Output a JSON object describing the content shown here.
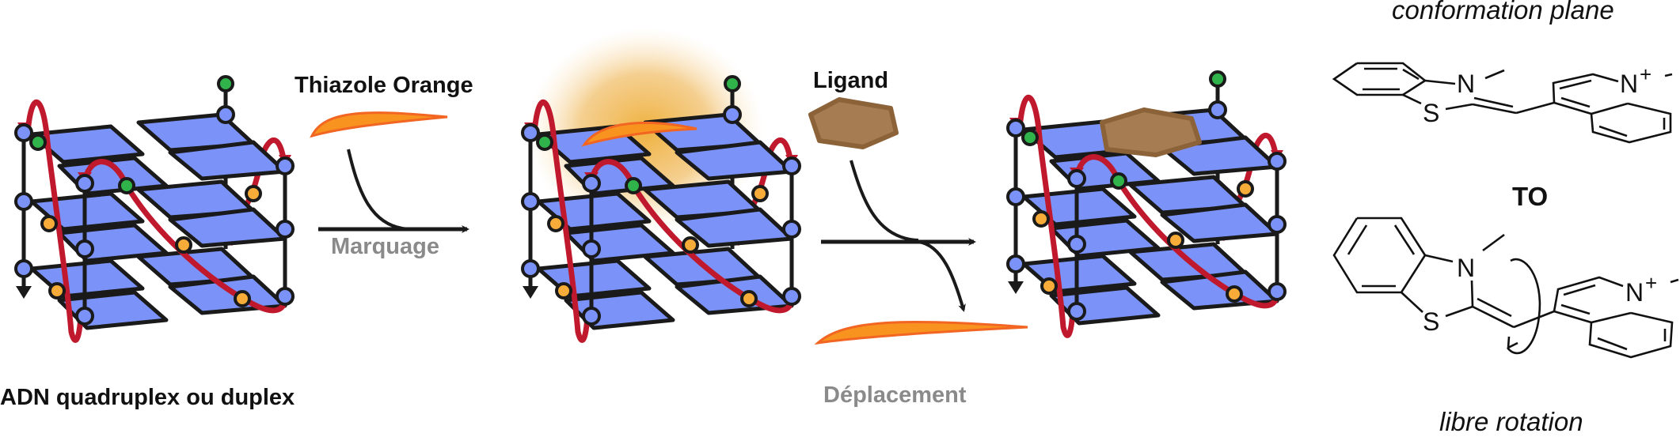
{
  "figure": {
    "labels": {
      "dna": "ADN quadruplex ou duplex",
      "thiazole_orange": "Thiazole Orange",
      "marquage": "Marquage",
      "ligand": "Ligand",
      "deplacement": "Déplacement",
      "conformation_plane": "conformation plane",
      "to": "TO",
      "libre_rotation": "libre rotation"
    },
    "molecule": {
      "atoms": {
        "nitrogen": "N",
        "sulfur": "S",
        "n_plus": "N",
        "charge": "+"
      }
    },
    "stages": [
      {
        "name": "free-dna",
        "has_to": false,
        "has_glow": false,
        "has_ligand": false
      },
      {
        "name": "dna-with-to",
        "has_to": true,
        "has_glow": true,
        "has_ligand": false
      },
      {
        "name": "dna-with-ligand",
        "has_to": false,
        "has_glow": false,
        "has_ligand": true
      }
    ],
    "colors": {
      "tetrad_plate": "#7b93f8",
      "outline": "#1a1a1a",
      "strand": "#c0182c",
      "node_blue": "#7b93f8",
      "node_green": "#2fb34a",
      "node_orange": "#f7ac3a",
      "dye_fill": "#f7931e",
      "dye_edge": "#f26522",
      "ligand_fill": "#a67c52",
      "ligand_edge": "#8c6239",
      "glow": "#f0b44a",
      "label_gray": "#8a8a8a"
    }
  }
}
